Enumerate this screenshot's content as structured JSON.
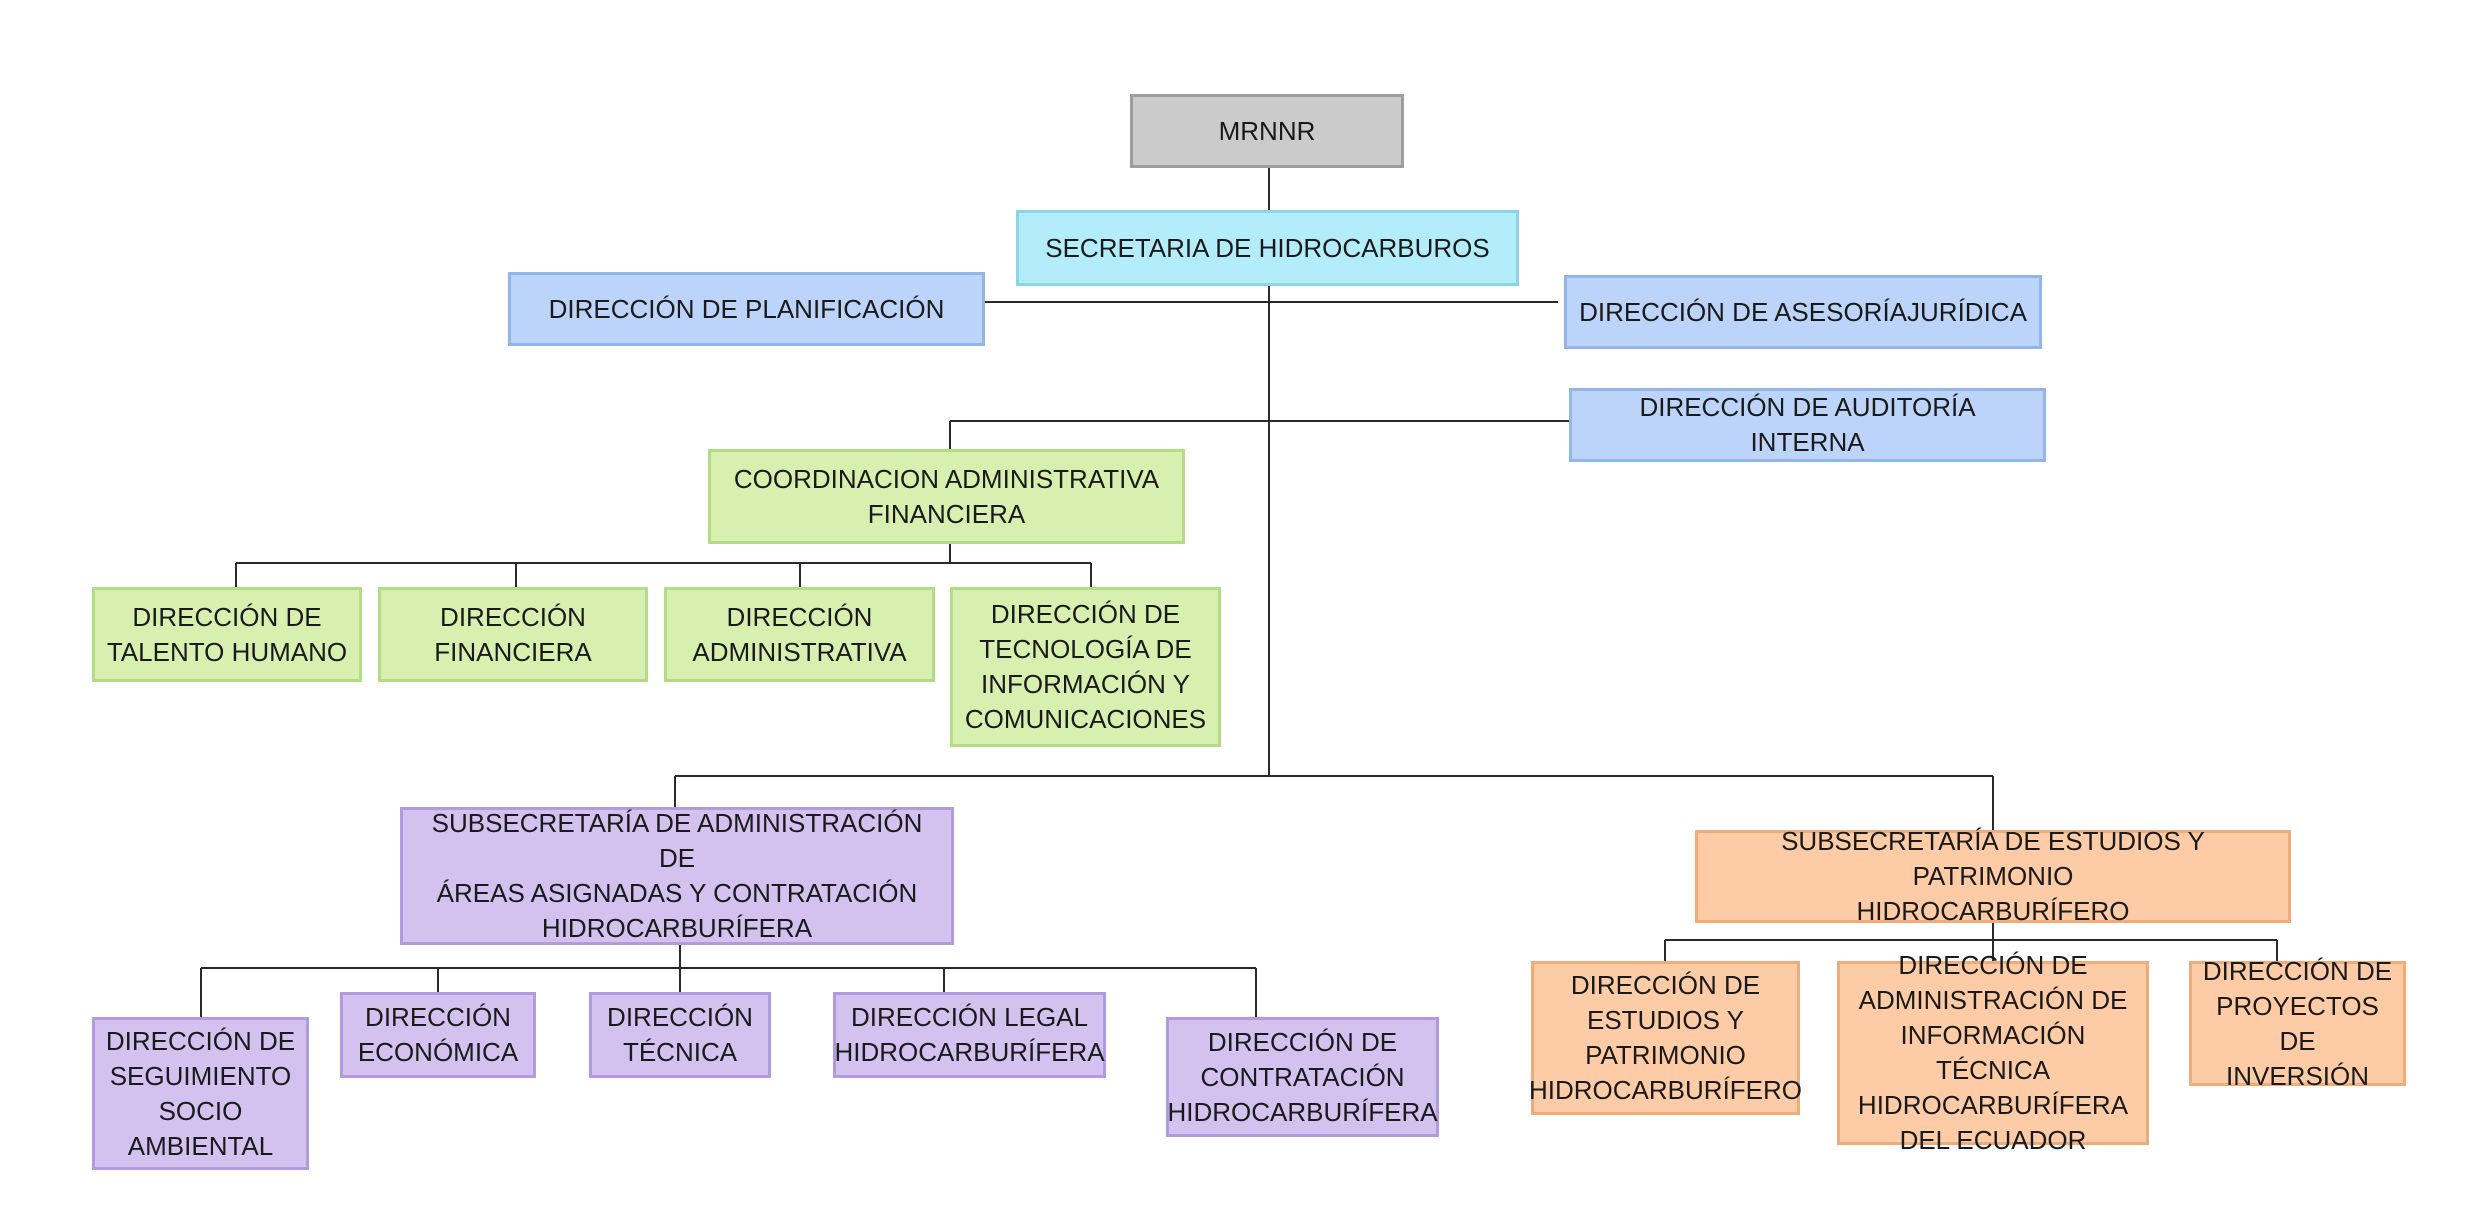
{
  "colors": {
    "root": "#cbcbcb",
    "secretaria": "#b3ecfa",
    "staff": "#bcd4fa",
    "coordinacion": "#d7f0b0",
    "subsecretaria_contratacion": "#d3c1f0",
    "subsecretaria_patrimonio": "#fdcba5",
    "connector": "#2a2a2a"
  },
  "nodes": {
    "root": "MRNNR",
    "secretaria": "SECRETARIA DE HIDROCARBUROS",
    "planificacion": "DIRECCIÓN DE PLANIFICACIÓN",
    "asesoria": "DIRECCIÓN DE ASESORÍAJURÍDICA",
    "auditoria": "DIRECCIÓN DE AUDITORÍA INTERNA",
    "coordinacion": "COORDINACION ADMINISTRATIVA\nFINANCIERA",
    "talento": "DIRECCIÓN DE\nTALENTO HUMANO",
    "financiera": "DIRECCIÓN\nFINANCIERA",
    "administrativa": "DIRECCIÓN\nADMINISTRATIVA",
    "tecnologia": "DIRECCIÓN DE\nTECNOLOGÍA DE\nINFORMACIÓN Y\nCOMUNICACIONES",
    "sub_contratacion": "SUBSECRETARÍA DE ADMINISTRACIÓN DE\nÁREAS ASIGNADAS Y CONTRATACIÓN\nHIDROCARBURÍFERA",
    "seguimiento": "DIRECCIÓN DE\nSEGUIMIENTO\nSOCIO\nAMBIENTAL",
    "economica": "DIRECCIÓN\nECONÓMICA",
    "tecnica": "DIRECCIÓN\nTÉCNICA",
    "legal": "DIRECCIÓN LEGAL\nHIDROCARBURÍFERA",
    "contratacion": "DIRECCIÓN DE\nCONTRATACIÓN\nHIDROCARBURÍFERA",
    "sub_patrimonio": "SUBSECRETARÍA DE ESTUDIOS Y PATRIMONIO\nHIDROCARBURÍFERO",
    "estudios": "DIRECCIÓN DE\nESTUDIOS Y\nPATRIMONIO\nHIDROCARBURÍFERO",
    "informacion_tecnica": "DIRECCIÓN DE\nADMINISTRACIÓN DE\nINFORMACIÓN TÉCNICA\nHIDROCARBURÍFERA\nDEL ECUADOR",
    "proyectos": "DIRECCIÓN DE\nPROYECTOS DE\nINVERSIÓN"
  }
}
